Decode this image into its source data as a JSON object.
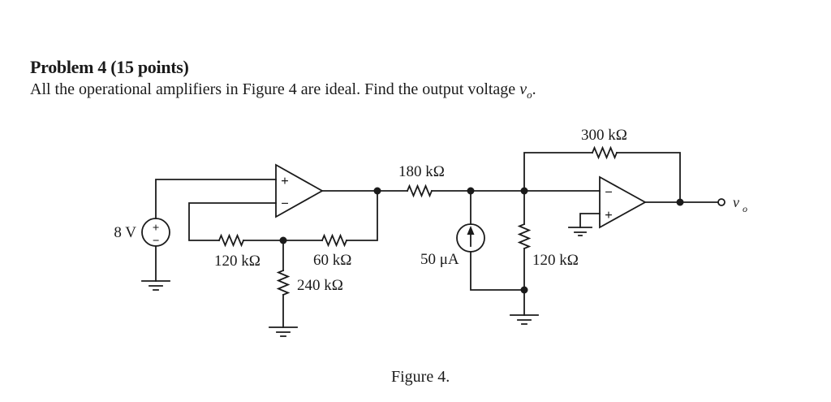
{
  "header": {
    "title": "Problem 4 (15 points)",
    "body_text": "All the operational amplifiers in Figure 4 are ideal. Find the output voltage ",
    "body_var": "v",
    "body_var_sub": "o",
    "body_period": "."
  },
  "circuit": {
    "source_label": "8 V",
    "source_plus": "+",
    "source_minus": "−",
    "r_120k_left": "120 kΩ",
    "r_60k": "60 kΩ",
    "r_240k": "240 kΩ",
    "r_180k": "180 kΩ",
    "i_source_label": "50 μA",
    "r_120k_right": "120 kΩ",
    "r_300k": "300 kΩ",
    "opamp1_noninv": "+",
    "opamp1_inv": "−",
    "opamp2_inv": "−",
    "opamp2_noninv": "+",
    "output_var": "v",
    "output_var_sub": "o"
  },
  "caption": "Figure 4.",
  "colors": {
    "ink": "#1b1b1b",
    "paper": "#ffffff"
  }
}
